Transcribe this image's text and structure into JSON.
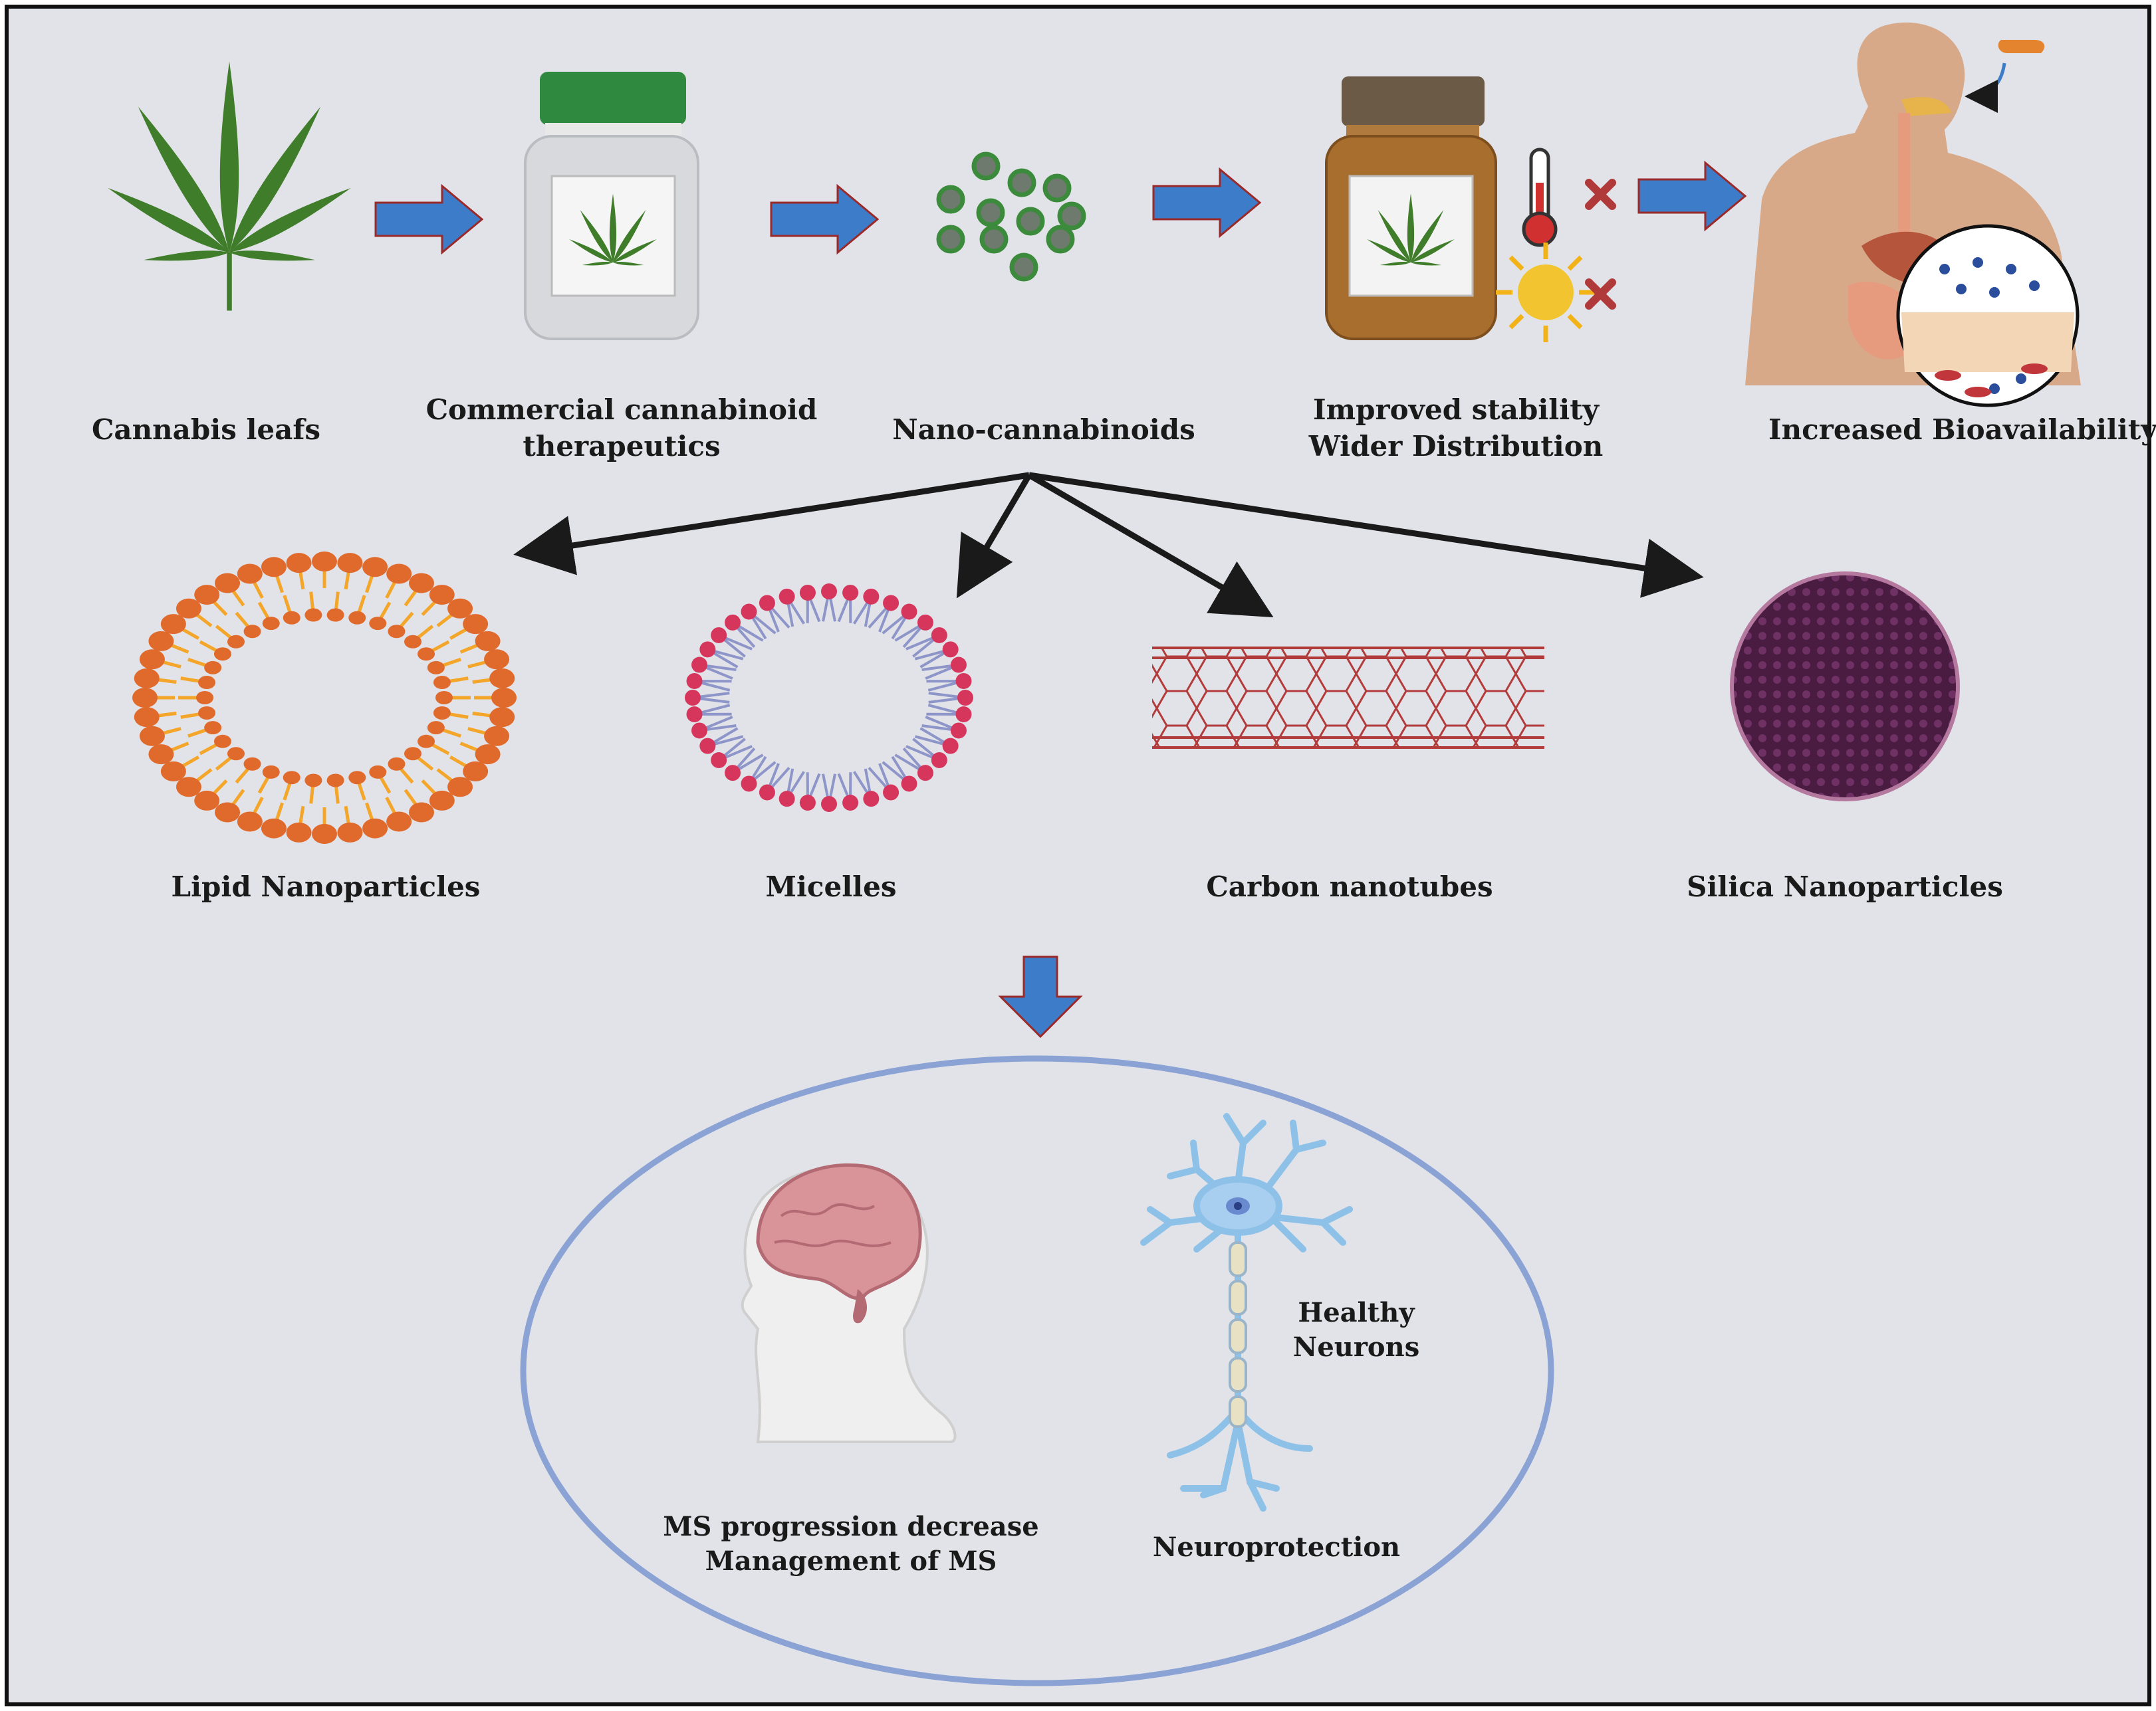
{
  "flow": {
    "steps": [
      {
        "label": [
          "Cannabis leafs"
        ]
      },
      {
        "label": [
          "Commercial cannabinoid",
          "therapeutics"
        ]
      },
      {
        "label": [
          "Nano-cannabinoids"
        ]
      },
      {
        "label": [
          "Improved stability",
          "Wider Distribution"
        ]
      },
      {
        "label": [
          "Increased Bioavailability"
        ]
      }
    ]
  },
  "nanocarriers": [
    {
      "label": "Lipid Nanoparticles"
    },
    {
      "label": "Micelles"
    },
    {
      "label": "Carbon nanotubes"
    },
    {
      "label": "Silica Nanoparticles"
    }
  ],
  "outcomes": {
    "ms": [
      "MS progression decrease",
      "Management of MS"
    ],
    "neuro": "Neuroprotection",
    "neuron_caption": [
      "Healthy",
      "Neurons"
    ]
  },
  "colors": {
    "background": "#e2e3e8",
    "flow_arrow": "#3d7cc9",
    "leaf": "#3f7d2a",
    "lipid_head": "#e06a2c",
    "lipid_tail": "#f3a629",
    "micelle_head": "#d6365c",
    "micelle_tail": "#8d95c9",
    "nanotube": "#b23b3b",
    "silica": "#5b2450",
    "ellipse_outline": "#8aa3d4"
  },
  "icons": [
    "cannabis-leaf-icon",
    "pill-bottle-icon",
    "nanoparticle-icon",
    "thermometer-icon",
    "sun-icon",
    "x-mark-icon",
    "human-digestive-icon",
    "brain-head-icon",
    "neuron-icon"
  ]
}
